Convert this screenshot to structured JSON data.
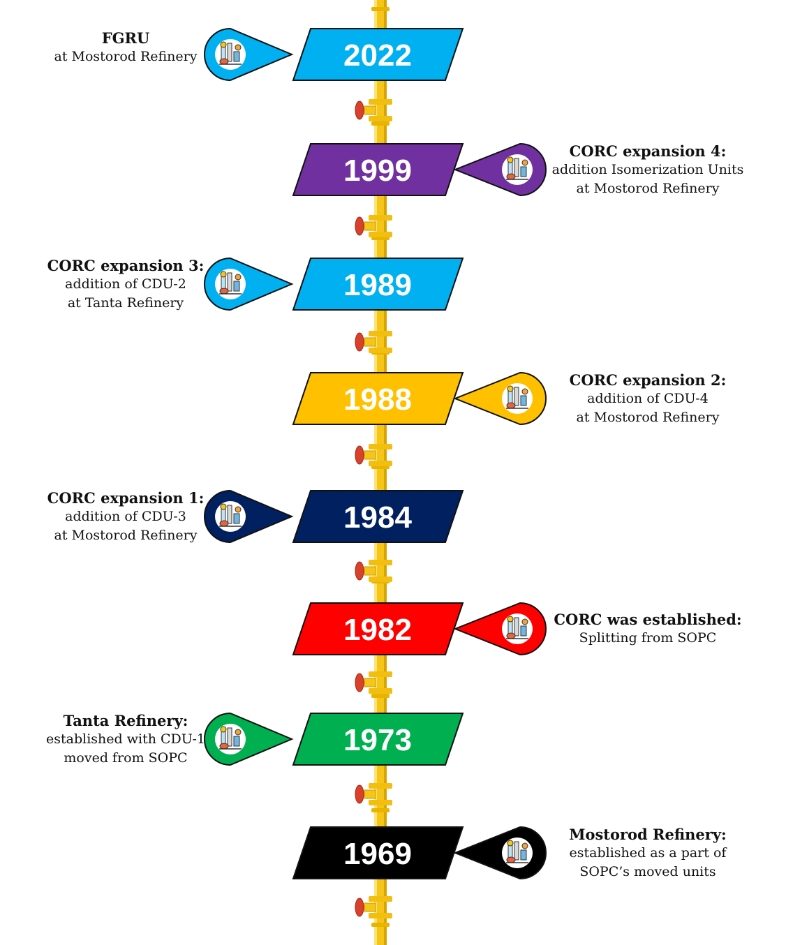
{
  "accent_colors": {
    "pipe_yellow": "#f5c518",
    "valve_red": "#d9412a",
    "outline": "#111111"
  },
  "events": [
    {
      "year": "2022",
      "color": "#00b0f0",
      "side": "left",
      "title": "FGRU",
      "lines": [
        "at Mostorod Refinery"
      ],
      "icon": "refinery-icon"
    },
    {
      "year": "1999",
      "color": "#7030a0",
      "side": "right",
      "title": "CORC expansion 4:",
      "lines": [
        "addition Isomerization Units",
        "at Mostorod  Refinery"
      ],
      "icon": "refinery-icon"
    },
    {
      "year": "1989",
      "color": "#00b0f0",
      "side": "left",
      "title": "CORC expansion 3:",
      "lines": [
        "addition of CDU-2",
        "at Tanta  Refinery"
      ],
      "icon": "refinery-icon"
    },
    {
      "year": "1988",
      "color": "#ffc000",
      "side": "right",
      "title": "CORC expansion 2:",
      "lines": [
        "addition of CDU-4",
        "at Mostorod Refinery"
      ],
      "icon": "refinery-icon"
    },
    {
      "year": "1984",
      "color": "#002060",
      "side": "left",
      "title": "CORC expansion 1:",
      "lines": [
        "addition of CDU-3",
        "at Mostorod Refinery"
      ],
      "icon": "refinery-icon"
    },
    {
      "year": "1982",
      "color": "#ff0000",
      "side": "right",
      "title": "CORC was established:",
      "lines": [
        "Splitting from SOPC"
      ],
      "icon": "refinery-icon"
    },
    {
      "year": "1973",
      "color": "#00b050",
      "side": "left",
      "title": "Tanta Refinery:",
      "lines": [
        "established with CDU-1",
        "moved from SOPC"
      ],
      "icon": "refinery-icon"
    },
    {
      "year": "1969",
      "color": "#000000",
      "side": "right",
      "title": "Mostorod Refinery:",
      "lines": [
        "established as a part of",
        "SOPC’s moved units"
      ],
      "icon": "refinery-icon"
    }
  ]
}
